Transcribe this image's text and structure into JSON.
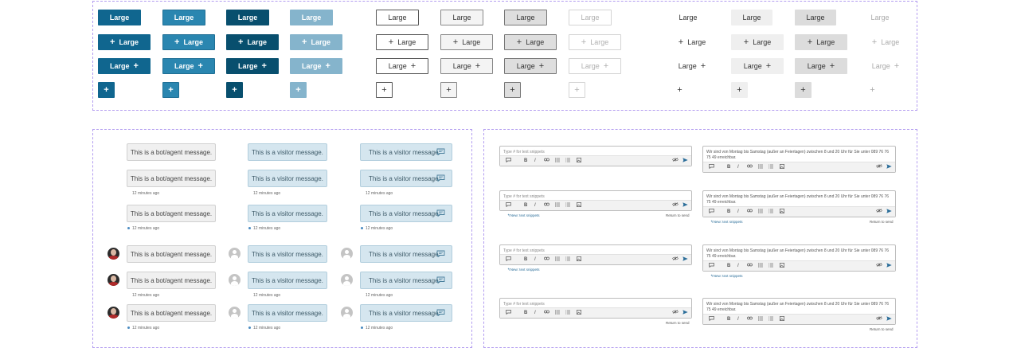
{
  "buttons": {
    "label": "Large",
    "plus_icon": "+",
    "styles": [
      "solid-primary",
      "solid-hover",
      "solid-pressed",
      "solid-disabled",
      "outline",
      "outline-hover",
      "outline-pressed",
      "outline-disabled",
      "ghost",
      "ghost-hover",
      "ghost-pressed",
      "ghost-disabled"
    ],
    "rows": [
      "label-only",
      "icon-left",
      "icon-right",
      "icon-only"
    ]
  },
  "chat": {
    "bot_message": "This is a bot/agent message.",
    "visitor_message": "This is a visitor message.",
    "timestamp": "12 minutes ago",
    "chat_icon": "chat-bubble-icon",
    "avatar_photo": "agent-photo-avatar",
    "avatar_placeholder": "user-placeholder-icon"
  },
  "composer": {
    "placeholder": "Type # for text snippets",
    "prefilled_text": "Wir sind von Montag bis Samstag (außer an Feiertagen) zwischen 8 und 20 Uhr für Sie unter 089 76 76 75 49 erreichbar.",
    "new_snippets": "New: text snippets",
    "new_icon": "↰",
    "return_hint": "Return to send",
    "tools": {
      "snippet": "snippet-icon",
      "bold": "B",
      "italic": "I",
      "link": "link-icon",
      "bullets": "bullet-list-icon",
      "numbers": "numbered-list-icon",
      "image": "image-icon",
      "visibility": "eye-icon",
      "send": "send-icon"
    }
  },
  "colors": {
    "primary": "#10668f",
    "primary_hover": "#2a86b0",
    "primary_pressed": "#084f6e",
    "primary_disabled": "#85b4cc",
    "visitor_bubble": "#d5e6ef",
    "frame": "#b39df0"
  }
}
